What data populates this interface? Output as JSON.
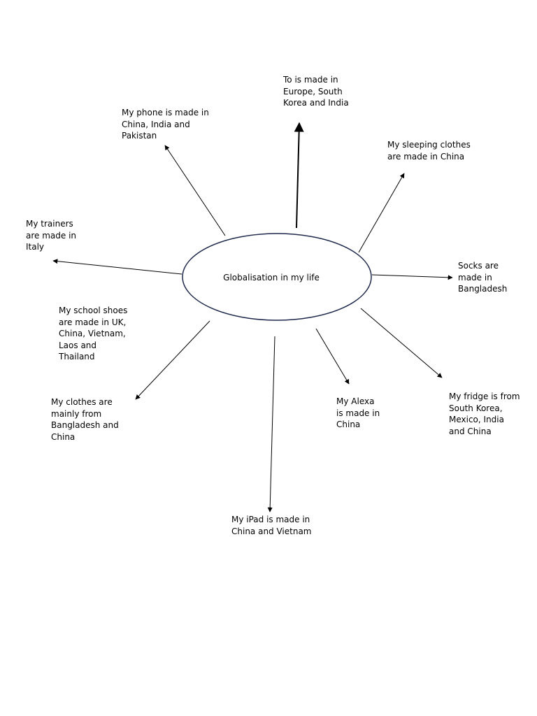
{
  "center": {
    "label": "Globalisation in my life"
  },
  "colors": {
    "ellipse_stroke": "#1f2a4d",
    "arrow": "#000000",
    "text": "#000000"
  },
  "items": [
    {
      "id": "toy",
      "text": "To is made in\nEurope, South\nKorea and India"
    },
    {
      "id": "phone",
      "text": "My phone is made in\nChina, India and\nPakistan"
    },
    {
      "id": "sleeping",
      "text": "My sleeping clothes\nare made in China"
    },
    {
      "id": "trainers",
      "text": "My trainers\nare made in\nItaly"
    },
    {
      "id": "socks",
      "text": "Socks are\nmade in\nBangladesh"
    },
    {
      "id": "school",
      "text": "My school shoes\nare made in UK,\nChina, Vietnam,\nLaos and\nThailand"
    },
    {
      "id": "clothes",
      "text": "My clothes are\nmainly from\nBangladesh and\nChina"
    },
    {
      "id": "alexa",
      "text": "My Alexa\nis made in\nChina"
    },
    {
      "id": "fridge",
      "text": "My fridge is from\nSouth Korea,\nMexico, India\nand China"
    },
    {
      "id": "ipad",
      "text": "My iPad is made in\nChina and Vietnam"
    }
  ]
}
